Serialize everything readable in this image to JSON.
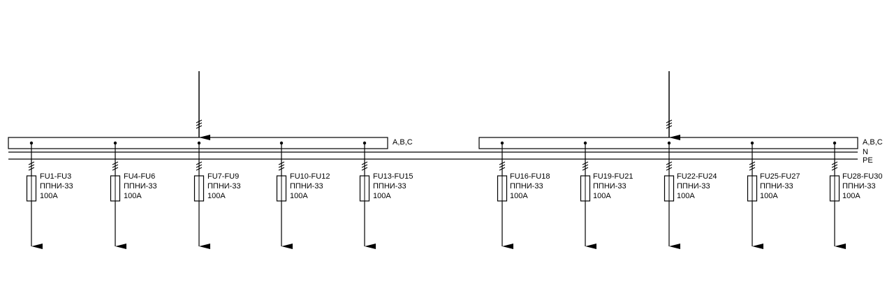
{
  "diagram": {
    "bus_labels": {
      "phases": "A,B,C",
      "neutral": "N",
      "protective_earth": "PE"
    },
    "panels": [
      {
        "feeders": [
          {
            "designation": "FU1-FU3",
            "type": "ППНИ-33",
            "rating": "100A"
          },
          {
            "designation": "FU4-FU6",
            "type": "ППНИ-33",
            "rating": "100A"
          },
          {
            "designation": "FU7-FU9",
            "type": "ППНИ-33",
            "rating": "100A"
          },
          {
            "designation": "FU10-FU12",
            "type": "ППНИ-33",
            "rating": "100A"
          },
          {
            "designation": "FU13-FU15",
            "type": "ППНИ-33",
            "rating": "100A"
          }
        ]
      },
      {
        "feeders": [
          {
            "designation": "FU16-FU18",
            "type": "ППНИ-33",
            "rating": "100A"
          },
          {
            "designation": "FU19-FU21",
            "type": "ППНИ-33",
            "rating": "100A"
          },
          {
            "designation": "FU22-FU24",
            "type": "ППНИ-33",
            "rating": "100A"
          },
          {
            "designation": "FU25-FU27",
            "type": "ППНИ-33",
            "rating": "100A"
          },
          {
            "designation": "FU28-FU30",
            "type": "ППНИ-33",
            "rating": "100A"
          }
        ]
      }
    ]
  }
}
